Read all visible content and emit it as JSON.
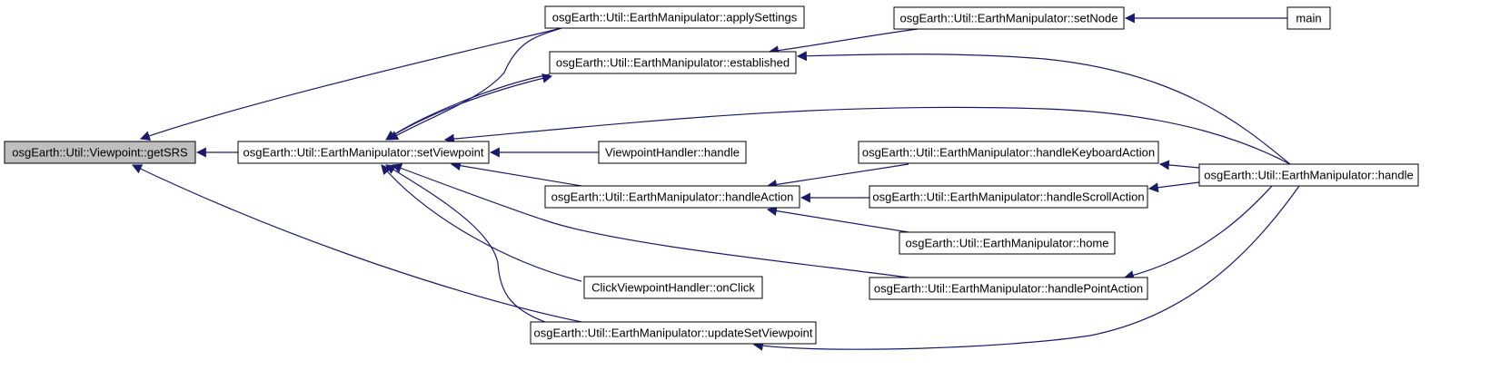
{
  "colors": {
    "edge": "#191970",
    "node_fill": "#ffffff",
    "focus_fill": "#bfbfbf",
    "node_border": "#000000"
  },
  "nodes": [
    {
      "id": "getSRS",
      "label": "osgEarth::Util::Viewpoint::getSRS",
      "focus": true
    },
    {
      "id": "setViewpoint",
      "label": "osgEarth::Util::EarthManipulator::setViewpoint"
    },
    {
      "id": "applySettings",
      "label": "osgEarth::Util::EarthManipulator::applySettings"
    },
    {
      "id": "established",
      "label": "osgEarth::Util::EarthManipulator::established"
    },
    {
      "id": "vpHandle",
      "label": "ViewpointHandler::handle"
    },
    {
      "id": "handleAction",
      "label": "osgEarth::Util::EarthManipulator::handleAction"
    },
    {
      "id": "onClick",
      "label": "ClickViewpointHandler::onClick"
    },
    {
      "id": "updateSetViewpoint",
      "label": "osgEarth::Util::EarthManipulator::updateSetViewpoint"
    },
    {
      "id": "setNode",
      "label": "osgEarth::Util::EarthManipulator::setNode"
    },
    {
      "id": "handleKeyboardAction",
      "label": "osgEarth::Util::EarthManipulator::handleKeyboardAction"
    },
    {
      "id": "handleScrollAction",
      "label": "osgEarth::Util::EarthManipulator::handleScrollAction"
    },
    {
      "id": "home",
      "label": "osgEarth::Util::EarthManipulator::home"
    },
    {
      "id": "handlePointAction",
      "label": "osgEarth::Util::EarthManipulator::handlePointAction"
    },
    {
      "id": "main",
      "label": "main"
    },
    {
      "id": "emHandle",
      "label": "osgEarth::Util::EarthManipulator::handle"
    }
  ],
  "edges": [
    {
      "from": "setViewpoint",
      "to": "getSRS"
    },
    {
      "from": "applySettings",
      "to": "getSRS"
    },
    {
      "from": "updateSetViewpoint",
      "to": "getSRS"
    },
    {
      "from": "applySettings",
      "to": "setViewpoint"
    },
    {
      "from": "established",
      "to": "setViewpoint"
    },
    {
      "from": "vpHandle",
      "to": "setViewpoint"
    },
    {
      "from": "handleAction",
      "to": "setViewpoint"
    },
    {
      "from": "onClick",
      "to": "setViewpoint"
    },
    {
      "from": "updateSetViewpoint",
      "to": "setViewpoint"
    },
    {
      "from": "handlePointAction",
      "to": "setViewpoint"
    },
    {
      "from": "emHandle",
      "to": "setViewpoint"
    },
    {
      "from": "setViewpoint",
      "to": "established"
    },
    {
      "from": "setNode",
      "to": "established"
    },
    {
      "from": "emHandle",
      "to": "established"
    },
    {
      "from": "main",
      "to": "setNode"
    },
    {
      "from": "handleKeyboardAction",
      "to": "handleAction"
    },
    {
      "from": "handleScrollAction",
      "to": "handleAction"
    },
    {
      "from": "home",
      "to": "handleAction"
    },
    {
      "from": "emHandle",
      "to": "handleKeyboardAction"
    },
    {
      "from": "emHandle",
      "to": "handleScrollAction"
    },
    {
      "from": "emHandle",
      "to": "handlePointAction"
    },
    {
      "from": "emHandle",
      "to": "updateSetViewpoint"
    }
  ]
}
